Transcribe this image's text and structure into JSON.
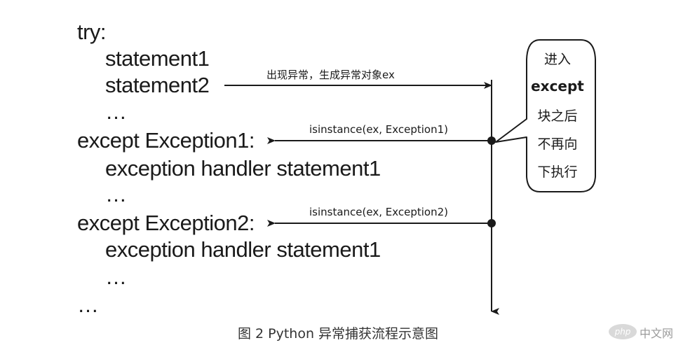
{
  "code": {
    "try": "try:",
    "stmt1": "statement1",
    "stmt2": "statement2",
    "dots1": "…",
    "except1": "except Exception1:",
    "handler1": "exception handler statement1",
    "dots2": "…",
    "except2": "except Exception2:",
    "handler2": "exception handler statement1",
    "dots3": "…",
    "dots4": "…"
  },
  "annotations": {
    "raise": "出现异常，生成异常对象ex",
    "check1": "isinstance(ex, Exception1)",
    "check2": "isinstance(ex, Exception2)"
  },
  "bubble": {
    "lines": [
      "进入",
      "except",
      "块之后",
      "不再向",
      "下执行"
    ]
  },
  "caption": "图 2 Python 异常捕获流程示意图",
  "watermark": {
    "logo": "php",
    "text": "中文网"
  }
}
